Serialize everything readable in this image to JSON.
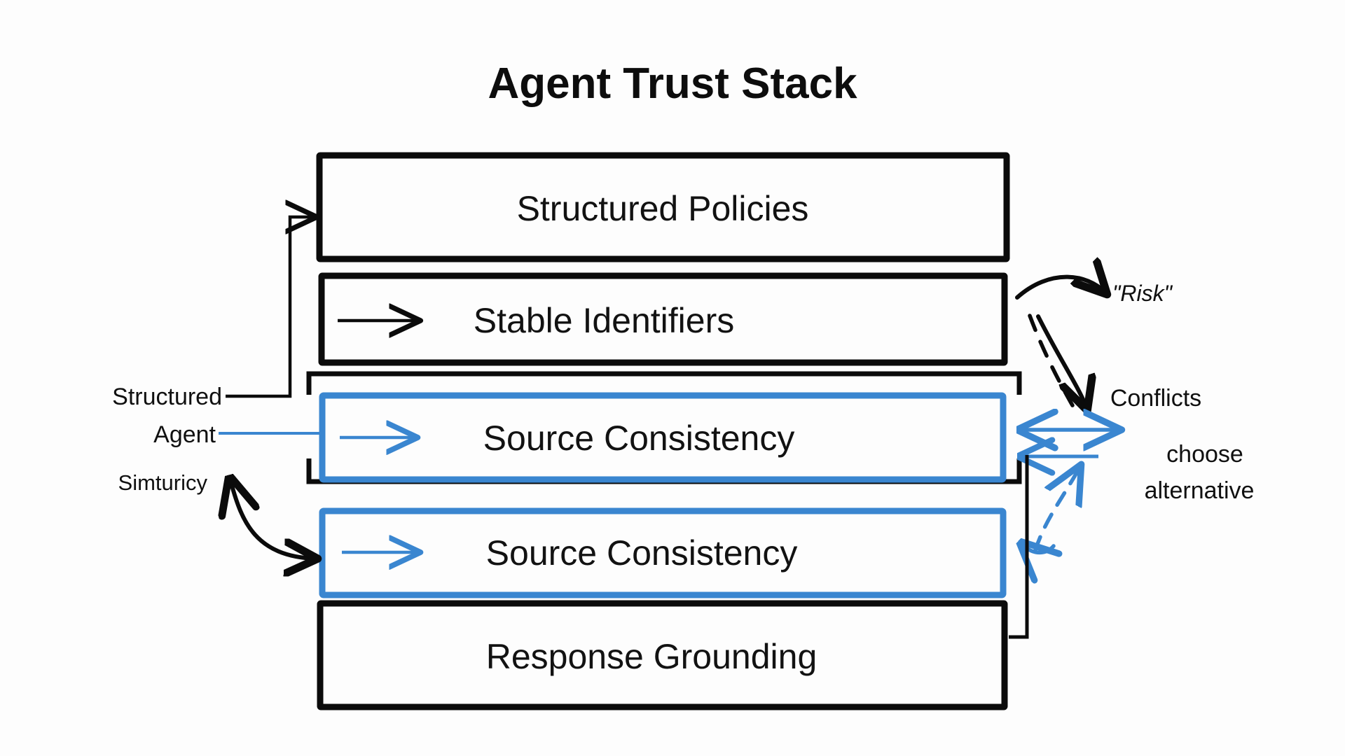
{
  "page": {
    "title": "Agent Trust Stack",
    "background_color": "#fdfdfd"
  },
  "colors": {
    "accent_blue": "#3a86d0",
    "ink_black": "#0b0b0b",
    "text": "#121212"
  },
  "stack": {
    "layers": [
      {
        "id": "structured-policies",
        "label": "Structured Policies",
        "style": "black",
        "inner_arrow": false
      },
      {
        "id": "stable-identifiers",
        "label": "Stable Identifiers",
        "style": "black",
        "inner_arrow": true,
        "inner_arrow_color": "black"
      },
      {
        "id": "source-consistency-1",
        "label": "Source Consistency",
        "style": "blue",
        "inner_arrow": true,
        "inner_arrow_color": "blue",
        "bracketed": true
      },
      {
        "id": "source-consistency-2",
        "label": "Source Consistency",
        "style": "blue",
        "inner_arrow": true,
        "inner_arrow_color": "blue"
      },
      {
        "id": "response-grounding",
        "label": "Response Grounding",
        "style": "black",
        "inner_arrow": false
      }
    ]
  },
  "left_labels": [
    {
      "id": "structured",
      "text": "Structured",
      "connector": "elbow-up-black",
      "target": "structured-policies"
    },
    {
      "id": "agent",
      "text": "Agent",
      "connector": "straight-blue",
      "target": "source-consistency-1"
    },
    {
      "id": "simturicy",
      "text": "Simturicy",
      "connector": "double-curve-black",
      "target": "source-consistency-2"
    }
  ],
  "right_labels": [
    {
      "id": "risk",
      "text": "\"Risk\"",
      "style": "italic"
    },
    {
      "id": "conflicts",
      "text": "Conflicts",
      "style": "regular"
    },
    {
      "id": "choose",
      "text": "choose",
      "style": "regular"
    },
    {
      "id": "alternative",
      "text": "alternative",
      "style": "regular"
    }
  ],
  "right_connectors": [
    {
      "id": "risk-curve",
      "kind": "curved-arrow",
      "color": "black",
      "target": "risk"
    },
    {
      "id": "risk-dashed",
      "kind": "dashed-curve",
      "color": "black"
    },
    {
      "id": "conflict-down-curve",
      "kind": "curved-arrow-down",
      "color": "black"
    },
    {
      "id": "double-head-blue",
      "kind": "double-headed-arrow",
      "color": "blue"
    },
    {
      "id": "left-blue-arrow",
      "kind": "left-arrow",
      "color": "blue"
    },
    {
      "id": "blue-dashed-up",
      "kind": "dashed-curve-arrow-up",
      "color": "blue"
    },
    {
      "id": "grounding-elbow",
      "kind": "elbow-black",
      "color": "black",
      "target": "response-grounding"
    }
  ]
}
